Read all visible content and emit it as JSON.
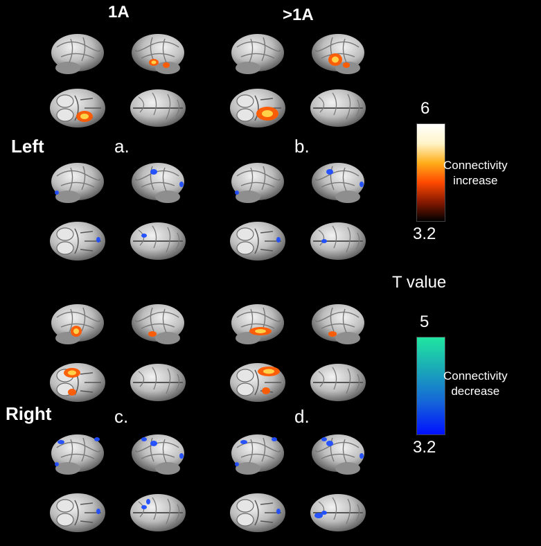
{
  "columns": [
    "1A",
    ">1A"
  ],
  "hemispheres": [
    "Left",
    "Right"
  ],
  "panels": [
    "a.",
    "b.",
    "c.",
    "d."
  ],
  "legend": {
    "increase": {
      "max_label": "6",
      "min_label": "3.2",
      "caption": [
        "Connectivity",
        "increase"
      ],
      "color_stops": [
        "#000000",
        "#8a1a00",
        "#ff4a00",
        "#ffae1a",
        "#fff4c8",
        "#ffffff"
      ]
    },
    "decrease": {
      "max_label": "5",
      "min_label": "3.2",
      "caption": [
        "Connectivity",
        "decrease"
      ],
      "color_stops": [
        "#0010ff",
        "#1565d8",
        "#1aa8b8",
        "#20e6a0"
      ]
    },
    "tvalue_label": "T value"
  },
  "colors": {
    "background": "#000000",
    "brain": "#bdbdbd",
    "increase_blob": "#ff5a00",
    "increase_core": "#ffd24a",
    "decrease_blob": "#1f4dff"
  }
}
